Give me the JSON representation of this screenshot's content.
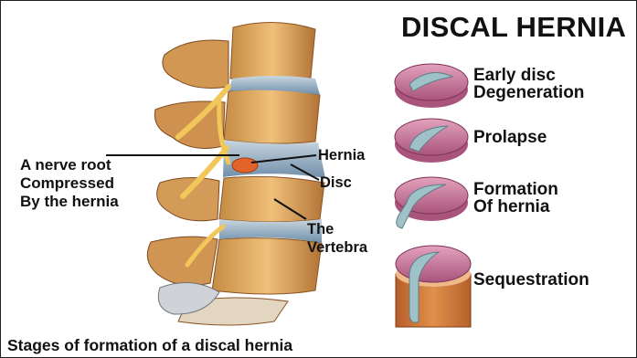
{
  "title": "DISCAL HERNIA",
  "callouts": {
    "nerve_root": [
      "A nerve root",
      "Compressed",
      "By the hernia"
    ],
    "hernia": "Hernia",
    "disc": "Disc",
    "vertebra": [
      "The",
      "Vertebra"
    ]
  },
  "stages": [
    {
      "label": [
        "Early disc",
        "Degeneration"
      ]
    },
    {
      "label": [
        "Prolapse"
      ]
    },
    {
      "label": [
        "Formation",
        "Of hernia"
      ]
    },
    {
      "label": [
        "Sequestration"
      ]
    }
  ],
  "caption": "Stages of formation of a discal hernia",
  "colors": {
    "bone": "#d9a35a",
    "bone_dark": "#a4652a",
    "disc": "#7f9db7",
    "disc_pink": "#c77b9d",
    "nucleus": "#9fc2c9",
    "nerve": "#f1c75a",
    "hernia": "#e4632a"
  }
}
